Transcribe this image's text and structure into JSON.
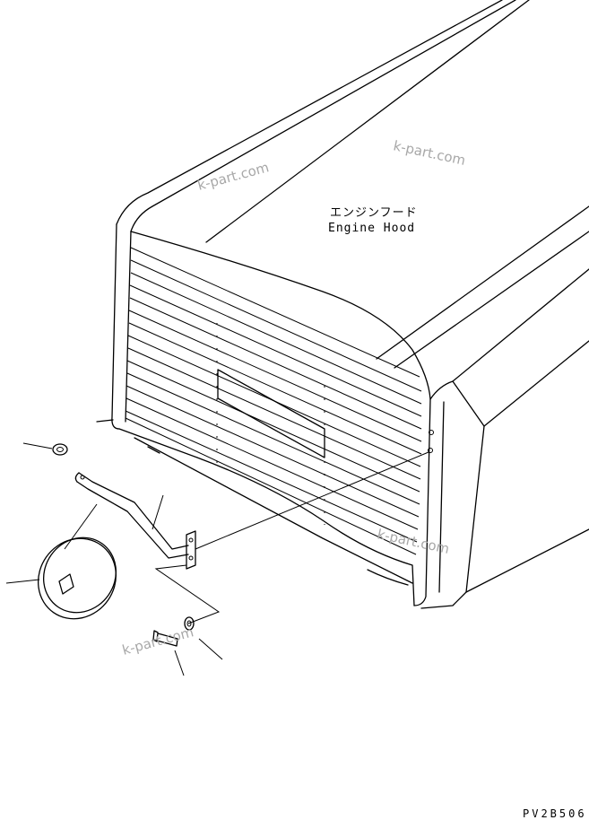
{
  "diagram": {
    "label_jp": "エンジンフード",
    "label_en": "Engine Hood",
    "drawing_code": "PV2B506",
    "watermark": "k-part.com"
  }
}
